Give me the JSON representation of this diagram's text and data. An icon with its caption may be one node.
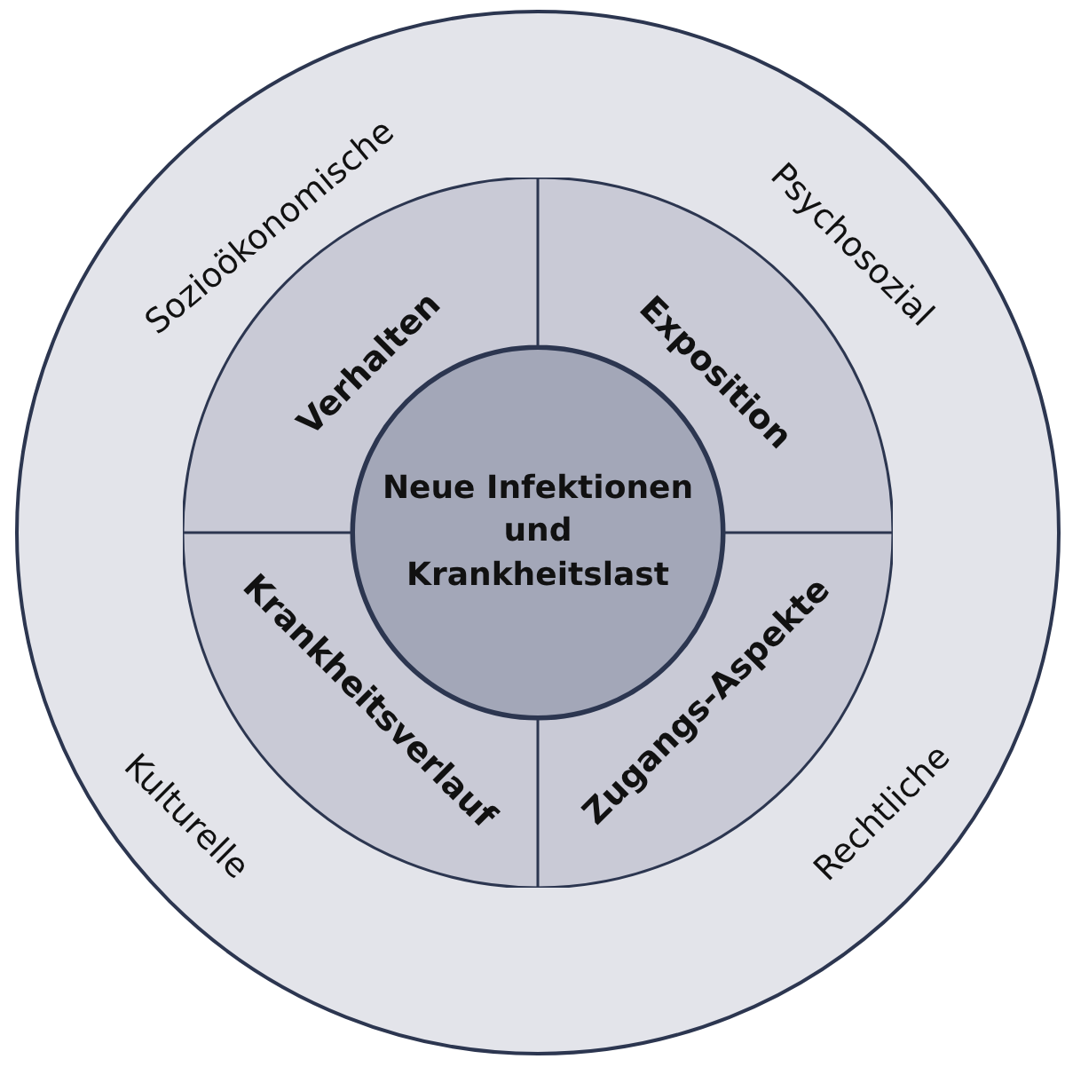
{
  "diagram": {
    "nodes": [
      {
        "text": [
          "Sozioökonomische",
          "Psychosozial",
          "Kulturelle",
          "Rechtliche"
        ]
      },
      {
        "text": [
          "Verhalten"
        ],
        "in": 0
      },
      {
        "text": [
          "Exposition"
        ],
        "in": 0
      },
      {
        "text": [
          "Krankheitsverlauf"
        ],
        "in": 0
      },
      {
        "text": [
          "Zugangs-Aspekte"
        ],
        "in": 0
      },
      {
        "text": [
          "Neue Infektionen und Krankheitslast"
        ],
        "in": 0
      }
    ]
  }
}
